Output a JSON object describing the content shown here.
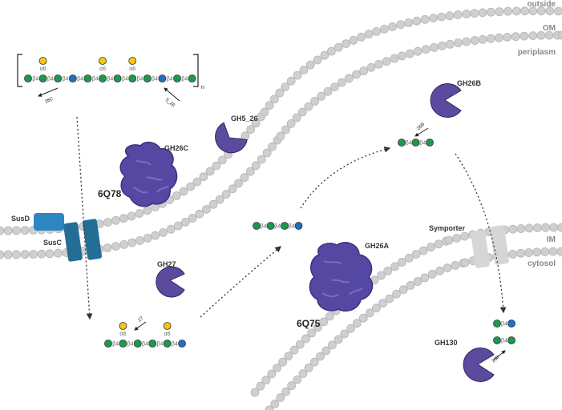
{
  "compartments": {
    "outside": "outside",
    "om": "OM",
    "periplasm": "periplasm",
    "im": "IM",
    "cytosol": "cytosol"
  },
  "proteins": {
    "susd": "SusD",
    "susc": "SusC",
    "symporter": "Symporter"
  },
  "enzymes": {
    "gh5_26": "GH5_26",
    "gh26c": "GH26C",
    "gh27": "GH27",
    "gh26a": "GH26A",
    "gh26b": "GH26B",
    "gh130": "GH130"
  },
  "structures": {
    "pdb_1": "6Q78",
    "pdb_2": "6Q75"
  },
  "polymer": {
    "repeat": "n",
    "cut_26c": "26C",
    "cut_5_26": "5_26"
  },
  "oligo_cuts": {
    "cut_27": "27",
    "cut_26b": "26B",
    "cut_130": "130"
  },
  "bonds": {
    "alpha6": "α6",
    "beta4": "β4"
  },
  "colors": {
    "glucose": "#1a9a4e",
    "mannose_blue": "#1f6fc2",
    "galactose": "#f2c811",
    "enzyme": "#5b4a9e",
    "susd": "#2e86c1",
    "susc": "#246e96",
    "membrane_bead": "#cfcfcf"
  }
}
